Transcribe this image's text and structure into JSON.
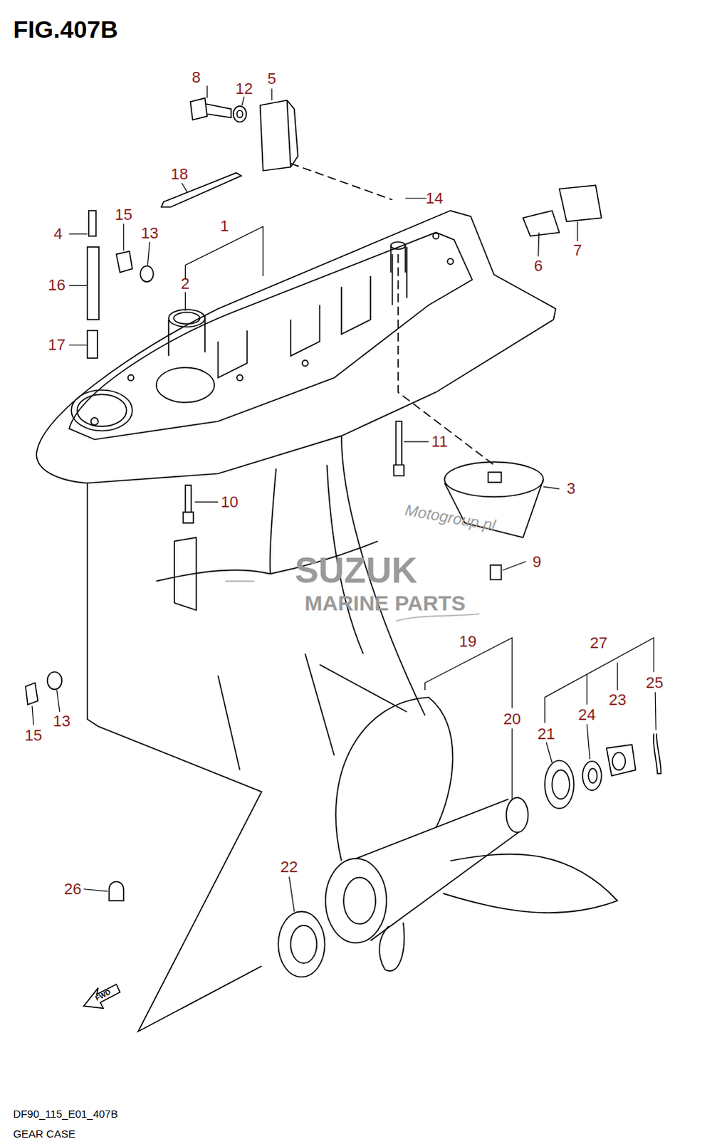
{
  "diagram": {
    "title": "FIG.407B",
    "caption": "GEAR CASE",
    "labels": [
      "8",
      "12",
      "5",
      "18",
      "14",
      "6",
      "7",
      "4",
      "15",
      "13",
      "1",
      "2",
      "16",
      "17",
      "11",
      "3",
      "10",
      "9",
      "19",
      "27",
      "25",
      "23",
      "24",
      "20",
      "21",
      "15",
      "13",
      "22",
      "26",
      "Motogroup.pl",
      "SUZUK",
      "MARINE PARTS",
      "FWD",
      "DF90_115_E01_407B"
    ]
  }
}
